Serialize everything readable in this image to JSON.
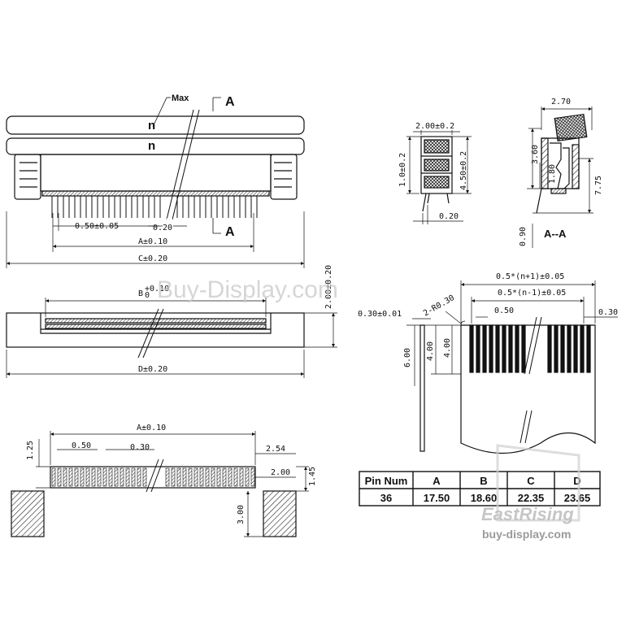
{
  "front_view": {
    "label_max": "Max",
    "label_n_top": "n",
    "label_n_mid": "n",
    "label_a_top": "A",
    "label_a_bottom": "A",
    "dim_pitch": "0.50±0.05",
    "dim_pin_width": "0.20",
    "dim_a": "A±0.10",
    "dim_c": "C±0.20"
  },
  "side_view": {
    "dim_width": "2.00±0.2",
    "dim_left": "1.0±0.2",
    "dim_right": "4.50±0.2",
    "dim_bottom": "0.20"
  },
  "section_view": {
    "dim_top": "2.70",
    "dim_360": "3.60",
    "dim_180": "1.80",
    "dim_775": "7.75",
    "dim_090": "0.90",
    "label": "A--A"
  },
  "bottom_view": {
    "dim_b_base": "B",
    "dim_b_tol_upper": "+0.10",
    "dim_b_tol_lower": "0",
    "dim_d": "D±0.20",
    "dim_height": "2.00±0.20"
  },
  "fpc_view": {
    "dim_top1": "0.5*(n+1)±0.05",
    "dim_top2": "0.5*(n-1)±0.05",
    "dim_radius": "2-R0.30",
    "dim_thickness": "0.30±0.01",
    "dim_pitch": "0.50",
    "dim_right": "0.30",
    "dim_600": "6.00",
    "dim_400_a": "4.00",
    "dim_400_b": "4.00"
  },
  "footprint": {
    "dim_a": "A±0.10",
    "dim_pitch": "0.50",
    "dim_pad": "0.30",
    "dim_125": "1.25",
    "dim_254": "2.54",
    "dim_200": "2.00",
    "dim_145": "1.45",
    "dim_300": "3.00"
  },
  "table": {
    "headers": [
      "Pin Num",
      "A",
      "B",
      "C",
      "D"
    ],
    "row": [
      "36",
      "17.50",
      "18.60",
      "22.35",
      "23.65"
    ]
  },
  "watermark": {
    "center": "Buy-Display.com",
    "brand": "EastRising",
    "url": "buy-display.com"
  }
}
